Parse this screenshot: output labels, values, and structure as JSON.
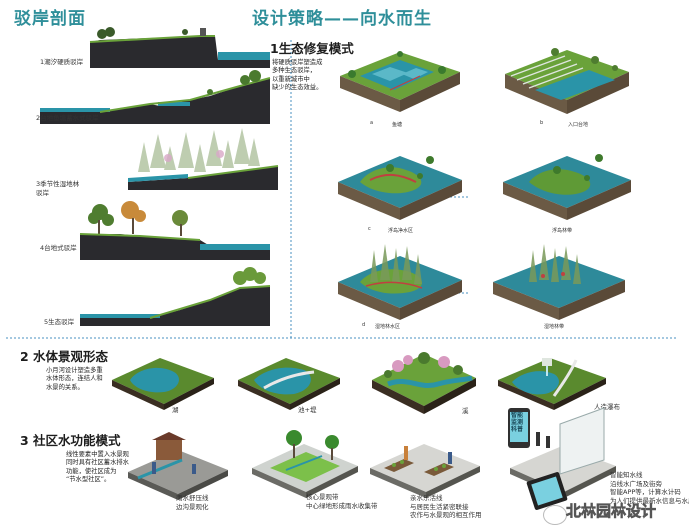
{
  "left_panel": {
    "title": "驳岸剖面",
    "sections": [
      {
        "label": "1潮汐硬质驳岸"
      },
      {
        "label": "2台地鱼塘蓄水式驳岸"
      },
      {
        "label": "3季节性湿地林\n驳岸"
      },
      {
        "label": "4台地式驳岸"
      },
      {
        "label": "5生态驳岸"
      }
    ]
  },
  "strategy": {
    "title": "设计策略——向水而生",
    "eco_mode": {
      "heading": "1生态修复模式",
      "description": "将硬质驳岸塑造成\n多种生态驳岸，\n以重新城市中\n缺少的生态效益。",
      "panels": [
        {
          "letter": "a",
          "caption": "鱼塘"
        },
        {
          "letter": "b",
          "caption": "入口台地"
        },
        {
          "letter": "c",
          "caption": "浮岛净水区"
        },
        {
          "letter": "",
          "caption": "浮岛林带"
        },
        {
          "letter": "d",
          "caption": "湿地林水区"
        },
        {
          "letter": "",
          "caption": "湿地林带"
        }
      ]
    }
  },
  "water_landscape": {
    "heading": "2  水体景观形态",
    "description": "小月河设计塑造多重\n水体形态，连结人和\n水景的关系。",
    "items": [
      {
        "caption": "湖"
      },
      {
        "caption": "池+堤"
      },
      {
        "caption": "溪"
      },
      {
        "caption": "人造瀑布"
      }
    ]
  },
  "community": {
    "heading": "3  社区水功能模式",
    "description": "线性要素中置入水景观\n同时具有社区蓄水排水\n功能，使社区成为\n“节水型社区”。",
    "items": [
      {
        "caption": "雨水舒压线\n边沟景观化"
      },
      {
        "caption": "核心景观带\n中心绿地形成雨水收集带"
      },
      {
        "caption": "亲水乐活线\n与居民生活紧密联接\n农作与水景观的相互作用"
      },
      {
        "caption": "智能知水线\n沿线水广场及街旁\n智能APP等，计算水计码\n为人们提供最新水信息与水质数据等"
      }
    ],
    "phone_screen": "智能\n监测\n科普"
  },
  "watermark": "北林园林设计",
  "colors": {
    "title": "#2f8f9a",
    "water": "#2a94a8",
    "deep_water": "#1f6e7e",
    "grass": "#6aa23a",
    "soil": "#6b5a45",
    "divider": "#4a90c0"
  }
}
